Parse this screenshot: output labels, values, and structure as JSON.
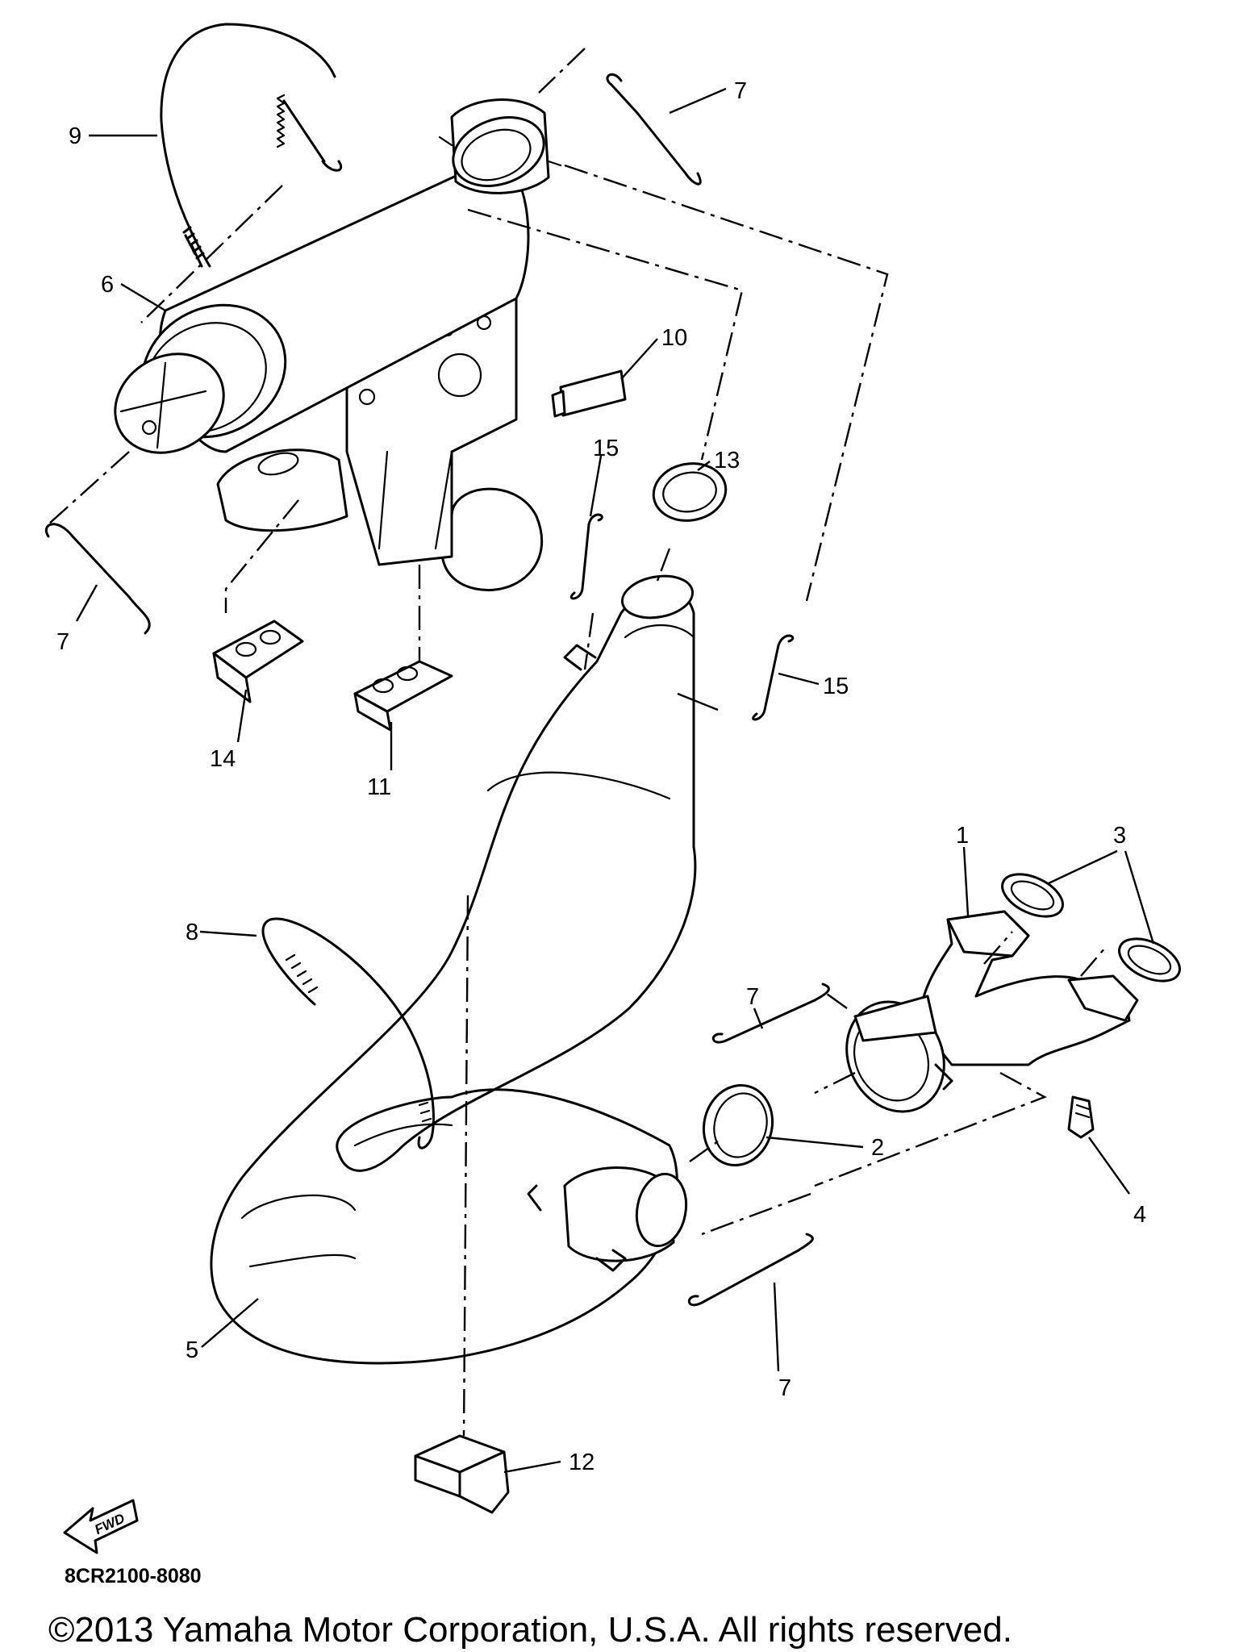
{
  "callouts": {
    "c1": "1",
    "c2": "2",
    "c3": "3",
    "c4": "4",
    "c5": "5",
    "c6": "6",
    "c7": "7",
    "c8": "8",
    "c9": "9",
    "c10": "10",
    "c11": "11",
    "c12": "12",
    "c13": "13",
    "c14": "14",
    "c15": "15"
  },
  "fwd_label": "FWD",
  "diagram_code": "8CR2100-8080",
  "copyright": "©2013 Yamaha Motor Corporation, U.S.A. All rights reserved."
}
